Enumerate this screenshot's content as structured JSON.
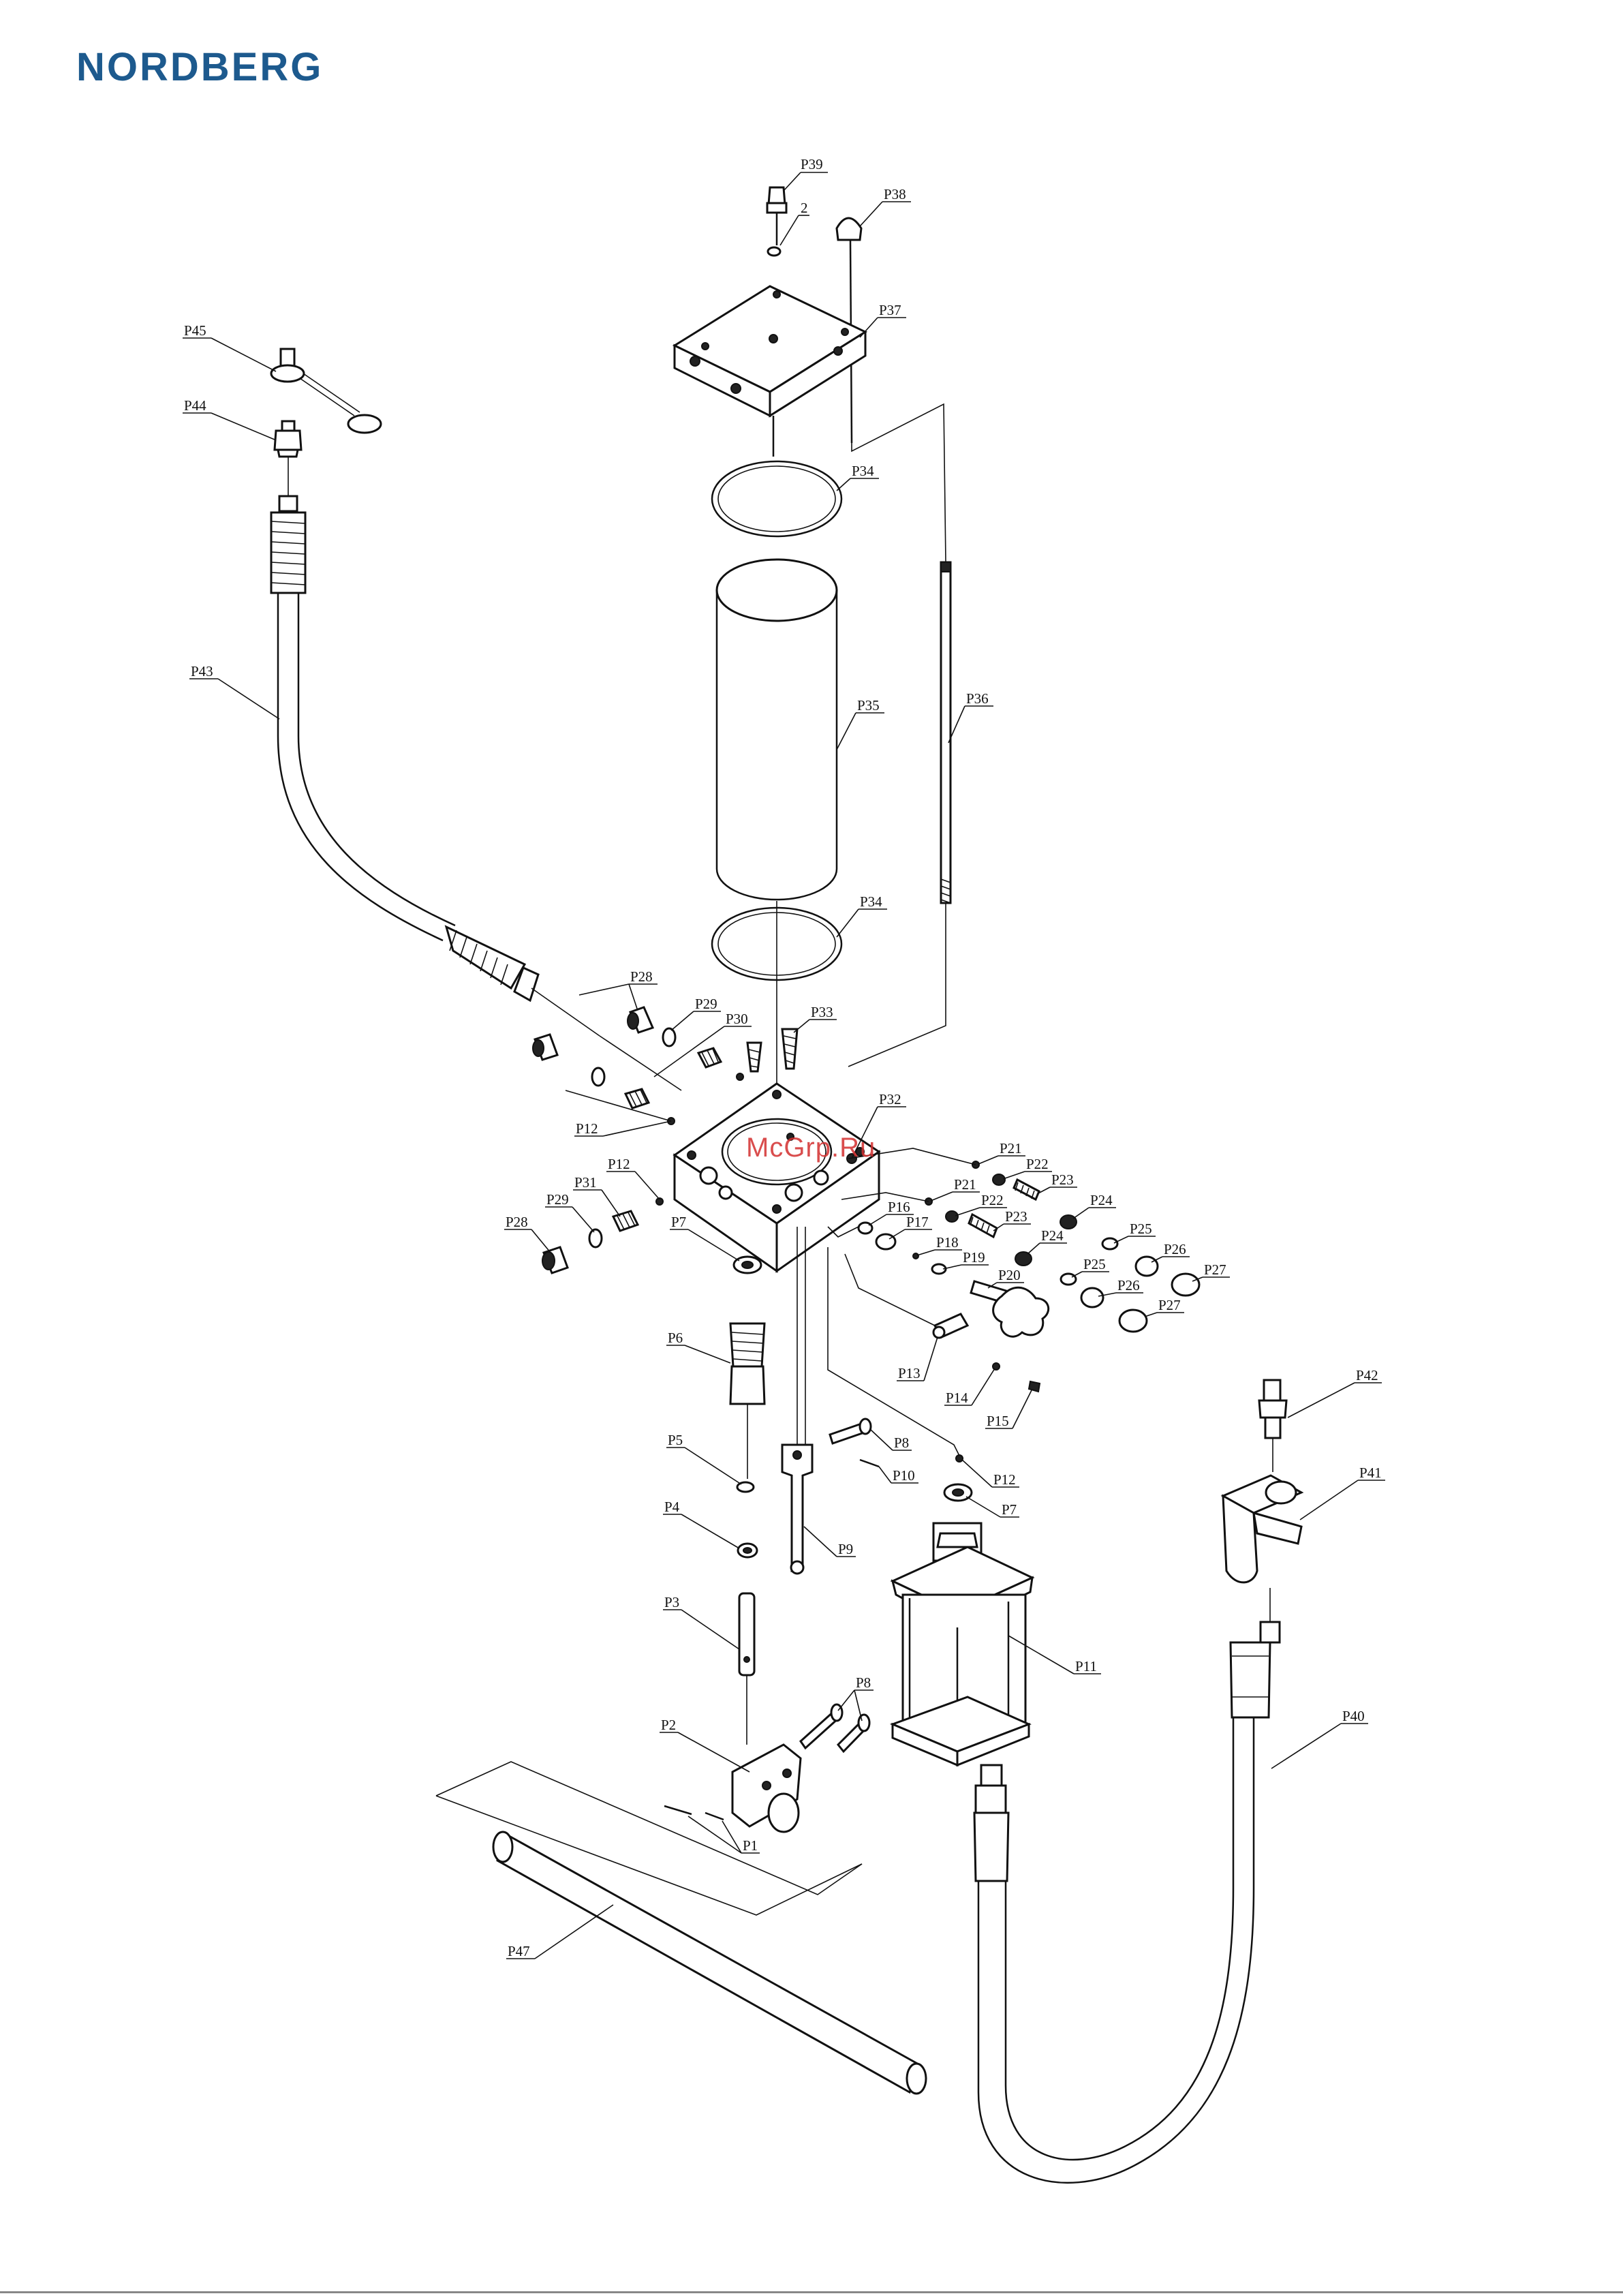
{
  "brand": {
    "name": "NORDBERG",
    "color": "#1d5a8e"
  },
  "watermark": {
    "text": "McGrp.Ru",
    "color": "#d32f2f"
  },
  "labels": [
    {
      "id": "P39",
      "text": "P39"
    },
    {
      "id": "2",
      "text": "2"
    },
    {
      "id": "P38",
      "text": "P38"
    },
    {
      "id": "P37",
      "text": "P37"
    },
    {
      "id": "P45",
      "text": "P45"
    },
    {
      "id": "P44",
      "text": "P44"
    },
    {
      "id": "P34a",
      "text": "P34"
    },
    {
      "id": "P43",
      "text": "P43"
    },
    {
      "id": "P35",
      "text": "P35"
    },
    {
      "id": "P36",
      "text": "P36"
    },
    {
      "id": "P34b",
      "text": "P34"
    },
    {
      "id": "P28a",
      "text": "P28"
    },
    {
      "id": "P29a",
      "text": "P29"
    },
    {
      "id": "P30",
      "text": "P30"
    },
    {
      "id": "P33",
      "text": "P33"
    },
    {
      "id": "P32",
      "text": "P32"
    },
    {
      "id": "P12a",
      "text": "P12"
    },
    {
      "id": "P12b",
      "text": "P12"
    },
    {
      "id": "P31",
      "text": "P31"
    },
    {
      "id": "P29b",
      "text": "P29"
    },
    {
      "id": "P28b",
      "text": "P28"
    },
    {
      "id": "P7a",
      "text": "P7"
    },
    {
      "id": "P21a",
      "text": "P21"
    },
    {
      "id": "P22a",
      "text": "P22"
    },
    {
      "id": "P23a",
      "text": "P23"
    },
    {
      "id": "P21b",
      "text": "P21"
    },
    {
      "id": "P22b",
      "text": "P22"
    },
    {
      "id": "P23b",
      "text": "P23"
    },
    {
      "id": "P24a",
      "text": "P24"
    },
    {
      "id": "P25a",
      "text": "P25"
    },
    {
      "id": "P26a",
      "text": "P26"
    },
    {
      "id": "P27a",
      "text": "P27"
    },
    {
      "id": "P16",
      "text": "P16"
    },
    {
      "id": "P17",
      "text": "P17"
    },
    {
      "id": "P18",
      "text": "P18"
    },
    {
      "id": "P19",
      "text": "P19"
    },
    {
      "id": "P24b",
      "text": "P24"
    },
    {
      "id": "P25b",
      "text": "P25"
    },
    {
      "id": "P26b",
      "text": "P26"
    },
    {
      "id": "P27b",
      "text": "P27"
    },
    {
      "id": "P20",
      "text": "P20"
    },
    {
      "id": "P6",
      "text": "P6"
    },
    {
      "id": "P13",
      "text": "P13"
    },
    {
      "id": "P14",
      "text": "P14"
    },
    {
      "id": "P15",
      "text": "P15"
    },
    {
      "id": "P42",
      "text": "P42"
    },
    {
      "id": "P8a",
      "text": "P8"
    },
    {
      "id": "P10",
      "text": "P10"
    },
    {
      "id": "P12c",
      "text": "P12"
    },
    {
      "id": "P5",
      "text": "P5"
    },
    {
      "id": "P7b",
      "text": "P7"
    },
    {
      "id": "P41",
      "text": "P41"
    },
    {
      "id": "P4",
      "text": "P4"
    },
    {
      "id": "P9",
      "text": "P9"
    },
    {
      "id": "P3",
      "text": "P3"
    },
    {
      "id": "P11",
      "text": "P11"
    },
    {
      "id": "P40",
      "text": "P40"
    },
    {
      "id": "P8b",
      "text": "P8"
    },
    {
      "id": "P2",
      "text": "P2"
    },
    {
      "id": "P1",
      "text": "P1"
    },
    {
      "id": "P47",
      "text": "P47"
    }
  ]
}
